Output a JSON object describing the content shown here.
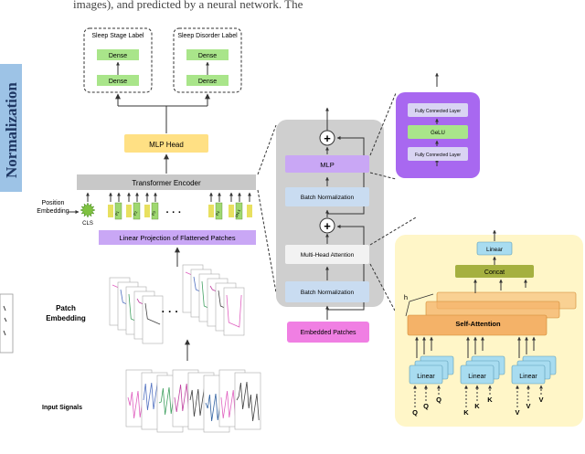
{
  "header_fragment": "images), and predicted by a neural network. The",
  "sidebar": {
    "label": "Normalization",
    "color": "#9dc3e6"
  },
  "output_heads": {
    "sleep_stage": {
      "label": "Sleep Stage Label",
      "dense_top": "Dense",
      "dense_bottom": "Dense"
    },
    "sleep_disorder": {
      "label": "Sleep Disorder Label",
      "dense_top": "Dense",
      "dense_bottom": "Dense"
    }
  },
  "main": {
    "mlp_head": "MLP Head",
    "transformer_encoder": "Transformer Encoder",
    "linear_projection": "Linear Projection of Flattened Patches",
    "position_embedding": "Position\nEmbedding",
    "cls_label": "CLS",
    "patch_tokens": [
      "P1",
      "P2",
      "P3",
      "P4",
      "PN-1",
      "PN"
    ],
    "ellipsis": "· · ·",
    "patch_embedding": "Patch\nEmbedding",
    "input_signals": "Input Signals"
  },
  "encoder_block": {
    "mlp": "MLP",
    "batch_norm_top": "Batch Normalization",
    "mha": "Multi-Head Attention",
    "batch_norm_bottom": "Batch Normalization",
    "embedded_patches": "Embedded Patches",
    "add_symbol": "+"
  },
  "mlp_detail": {
    "fc_top": "Fully Connected Layer",
    "gelu": "GeLU",
    "fc_bottom": "Fully Connected Layer"
  },
  "attention_detail": {
    "linear_top": "Linear",
    "concat": "Concat",
    "h_label": "h",
    "self_attention": "Self-Attention",
    "linear_q": "Linear",
    "linear_k": "Linear",
    "linear_v": "Linear",
    "q_labels": [
      "Q",
      "Q",
      "Q"
    ],
    "k_labels": [
      "K",
      "K",
      "K"
    ],
    "v_labels": [
      "V",
      "V",
      "V"
    ]
  },
  "colors": {
    "dense": "#a9e58a",
    "mlp_head": "#ffe084",
    "transformer": "#c8c8c8",
    "linear_proj": "#c9a7f5",
    "mlp_purple": "#c9a7f5",
    "encoder_panel": "#cfcfcf",
    "batch_norm": "#c9dcf1",
    "mha": "#f2f2f2",
    "embedded": "#f07fe3",
    "detail_panel": "#a868f0",
    "fc": "#d9d4f3",
    "gelu": "#a9e58a",
    "attn_panel": "#fff6c8",
    "self_attention": "#f4b268",
    "concat": "#a5b040",
    "linear_cyan": "#a8dcf0"
  }
}
